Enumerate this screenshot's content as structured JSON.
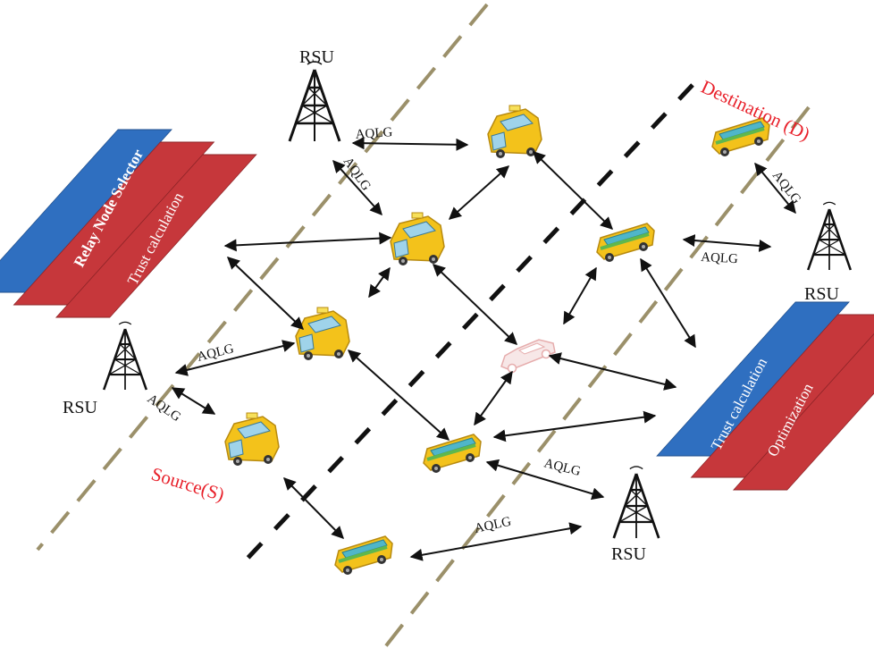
{
  "rsu_label": "RSU",
  "link_label": "AQLG",
  "source_label": "Source(S)",
  "destination_label": "Destination (D)",
  "panel": {
    "selector": "Relay Node Selector",
    "trust": "Trust calculation",
    "optimization": "Optimization"
  },
  "colors": {
    "selector_blue": "#2f6fc0",
    "panel_red": "#c6373b",
    "road_line": "#9b906a",
    "lane_dash": "#111111",
    "highlight_text": "#e8202a",
    "vehicle_yellow": "#f5c518",
    "vehicle_green": "#5fb84d"
  },
  "icons": [
    "rsu-tower-icon",
    "taxi-vehicle-icon",
    "bus-vehicle-icon",
    "faded-car-icon"
  ]
}
